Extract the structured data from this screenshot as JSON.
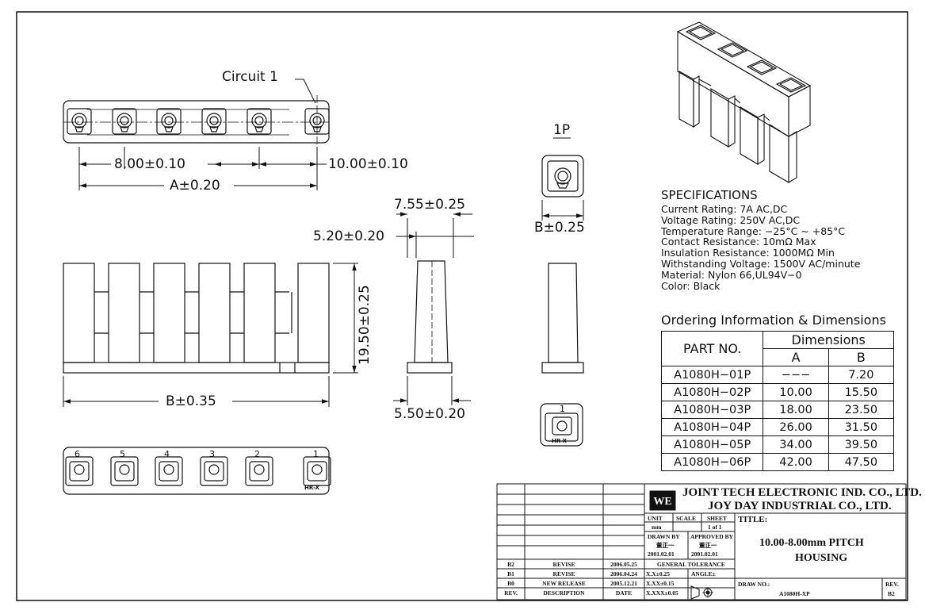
{
  "labels": {
    "circuit": "Circuit 1",
    "pitch": "8.00±0.10",
    "end_pitch": "10.00±0.10",
    "a_dim": "A±0.20",
    "b_dim": "B±0.35",
    "height": "19.50±0.25",
    "w755": "7.55±0.25",
    "w520": "5.20±0.20",
    "w550": "5.50±0.20",
    "one_p": "1P",
    "b025": "B±0.25",
    "hr_x": "HR-X",
    "pin_numbers": [
      "6",
      "5",
      "4",
      "3",
      "2",
      "1"
    ],
    "single_pin": "1"
  },
  "specs": {
    "title": "SPECIFICATIONS",
    "lines": [
      "Current Rating: 7A AC,DC",
      "Voltage Rating: 250V AC,DC",
      "Temperature Range: −25°C ~ +85°C",
      "Contact Resistance: 10mΩ Max",
      "Insulation Resistance: 1000MΩ Min",
      "Withstanding Voltage: 1500V AC/minute",
      "Material: Nylon 66,UL94V−0",
      "Color: Black"
    ]
  },
  "ordering": {
    "title": "Ordering Information & Dimensions",
    "part_header": "PART NO.",
    "dim_header": "Dimensions",
    "col_a": "A",
    "col_b": "B",
    "rows": [
      {
        "part": "A1080H−01P",
        "a": "−−−",
        "b": "7.20"
      },
      {
        "part": "A1080H−02P",
        "a": "10.00",
        "b": "15.50"
      },
      {
        "part": "A1080H−03P",
        "a": "18.00",
        "b": "23.50"
      },
      {
        "part": "A1080H−04P",
        "a": "26.00",
        "b": "31.50"
      },
      {
        "part": "A1080H−05P",
        "a": "34.00",
        "b": "39.50"
      },
      {
        "part": "A1080H−06P",
        "a": "42.00",
        "b": "47.50"
      }
    ]
  },
  "titleblock": {
    "company1": "JOINT TECH ELECTRONIC IND. CO., LTD.",
    "company2": "JOY DAY INDUSTRIAL CO., LTD.",
    "unit_label": "UNIT",
    "unit_value": "mm",
    "scale_label": "SCALE",
    "sheet_label": "SHEET",
    "sheet_value": "1 of 1",
    "drawn_by": "DRAWN BY",
    "approved_by": "APPROVED BY",
    "drawn_name": "董正一",
    "approved_name": "董正一",
    "drawn_date": "2001.02.01",
    "approved_date": "2001.02.01",
    "tolerance_label": "GENERAL TOLERANCE",
    "tol1": "X.X±0.25",
    "tol2": "X.XX±0.15",
    "tol3": "X.XXX±0.05",
    "angle": "ANGLE±",
    "title_label": "TITLE:",
    "title_line1": "10.00-8.00mm PITCH",
    "title_line2": "HOUSING",
    "draw_no_label": "DRAW NO.:",
    "draw_no": "A1080H-XP",
    "rev_label": "REV.",
    "rev_value": "B2",
    "revisions": [
      {
        "rev": "B2",
        "desc": "REVISE",
        "date": "2006.05.25"
      },
      {
        "rev": "B1",
        "desc": "REVISE",
        "date": "2006.04.24"
      },
      {
        "rev": "B0",
        "desc": "NEW RELEASE",
        "date": "2005.12.21"
      }
    ],
    "hdr_rev": "REV.",
    "hdr_desc": "DESCRIPTION",
    "hdr_date": "DATE"
  }
}
